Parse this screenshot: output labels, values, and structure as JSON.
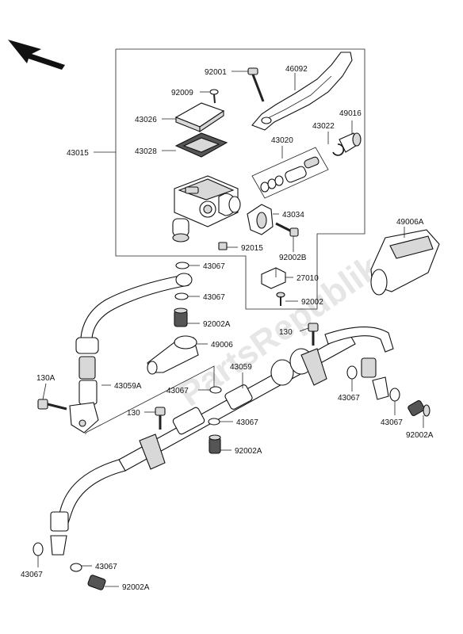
{
  "watermark": "PartsRepublik",
  "labels": {
    "p92001": "92001",
    "p46092": "46092",
    "p92009": "92009",
    "p43026": "43026",
    "p49016": "49016",
    "p43022": "43022",
    "p43028": "43028",
    "p43020": "43020",
    "p43015": "43015",
    "p43034": "43034",
    "p49006A": "49006A",
    "p92015": "92015",
    "p92002B": "92002B",
    "p43067_a": "43067",
    "p27010": "27010",
    "p43067_b": "43067",
    "p92002": "92002",
    "p92002A_a": "92002A",
    "p130_a": "130",
    "p49006": "49006",
    "p130A": "130A",
    "p43059": "43059",
    "p43059A": "43059A",
    "p43067_c": "43067",
    "p43067_d": "43067",
    "p130_b": "130",
    "p43067_e": "43067",
    "p43067_f": "43067",
    "p92002A_b": "92002A",
    "p92002A_c": "92002A",
    "p43067_g": "43067",
    "p43067_h": "43067",
    "p92002A_d": "92002A"
  }
}
